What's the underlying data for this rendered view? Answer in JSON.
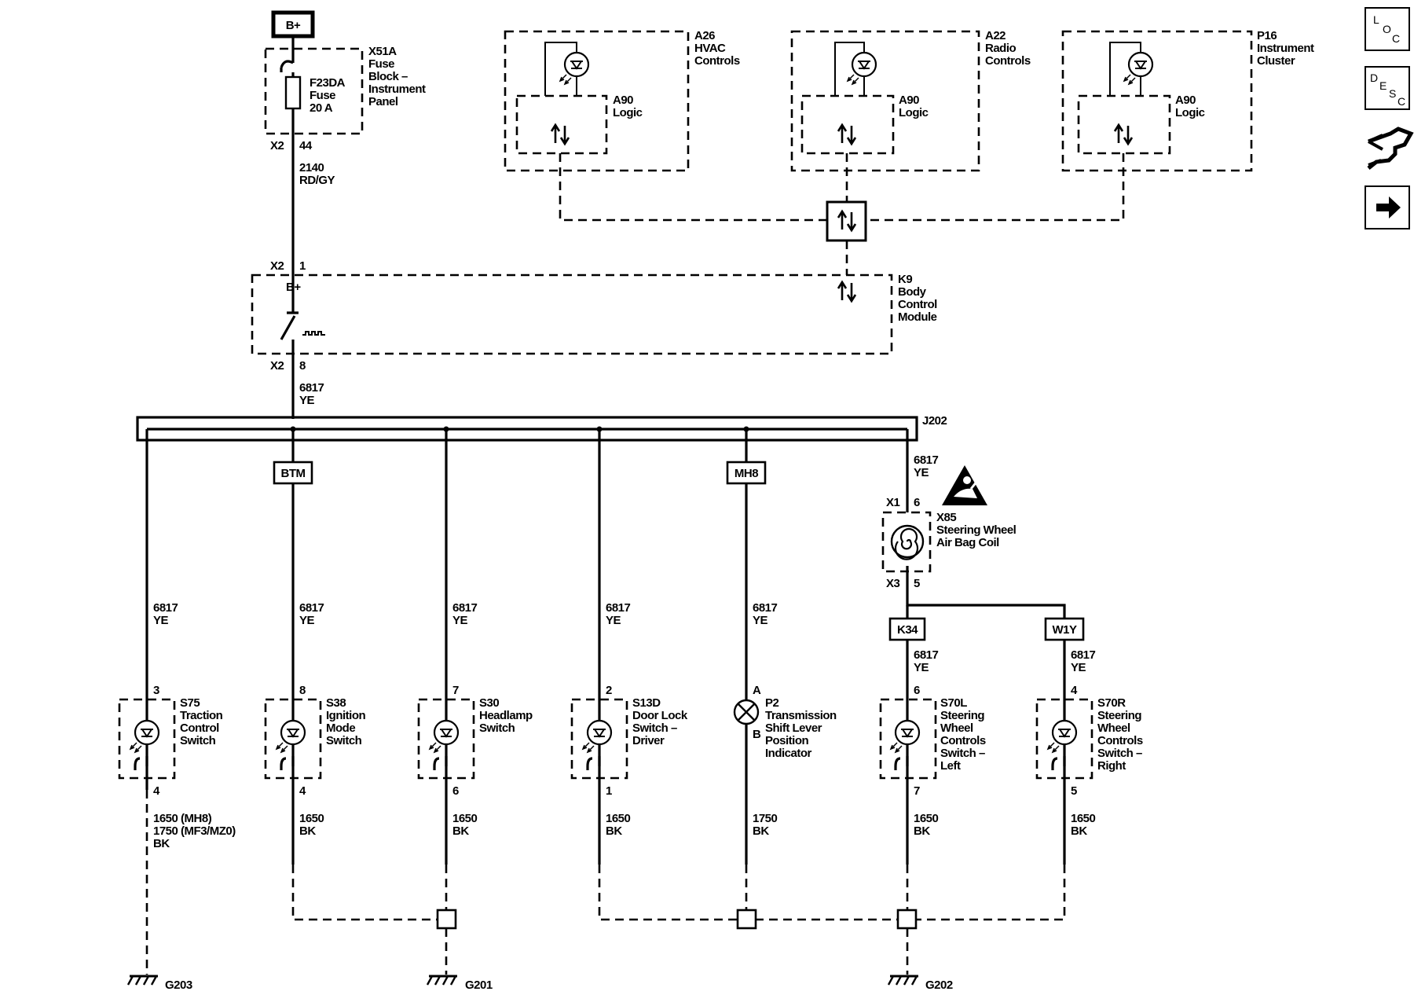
{
  "supply": {
    "label": "B+",
    "fuse_block": [
      "X51A",
      "Fuse",
      "Block –",
      "Instrument",
      "Panel"
    ],
    "fuse": [
      "F23DA",
      "Fuse",
      "20 A"
    ],
    "conn_out": "X2",
    "pin_out": "44",
    "wire": [
      "2140",
      "RD/GY"
    ]
  },
  "bcm": {
    "conn_in": "X2",
    "pin_in": "1",
    "bplus": "B+",
    "name": [
      "K9",
      "Body",
      "Control",
      "Module"
    ],
    "conn_out": "X2",
    "pin_out": "8",
    "wire": [
      "6817",
      "YE"
    ]
  },
  "modules": [
    {
      "name": [
        "A26",
        "HVAC",
        "Controls"
      ],
      "logic": [
        "A90",
        "Logic"
      ]
    },
    {
      "name": [
        "A22",
        "Radio",
        "Controls"
      ],
      "logic": [
        "A90",
        "Logic"
      ]
    },
    {
      "name": [
        "P16",
        "Instrument",
        "Cluster"
      ],
      "logic": [
        "A90",
        "Logic"
      ]
    }
  ],
  "splice": "J202",
  "options": [
    "BTM",
    "MH8",
    "K34",
    "W1Y"
  ],
  "coil": {
    "conn_in": "X1",
    "pin_in": "6",
    "name": [
      "X85",
      "Steering Wheel",
      "Air Bag Coil"
    ],
    "conn_out": "X3",
    "pin_out": "5",
    "wire_in": [
      "6817",
      "YE"
    ]
  },
  "switches": [
    {
      "pin_top": "3",
      "name": [
        "S75",
        "Traction",
        "Control",
        "Switch"
      ],
      "wire_top": [
        "6817",
        "YE"
      ],
      "pin_bot": "4",
      "wire_bot": [
        "1650 (MH8)",
        "1750 (MF3/MZ0)",
        "BK"
      ]
    },
    {
      "pin_top": "8",
      "name": [
        "S38",
        "Ignition",
        "Mode",
        "Switch"
      ],
      "wire_top": [
        "6817",
        "YE"
      ],
      "pin_bot": "4",
      "wire_bot": [
        "1650",
        "BK"
      ]
    },
    {
      "pin_top": "7",
      "name": [
        "S30",
        "Headlamp",
        "Switch"
      ],
      "wire_top": [
        "6817",
        "YE"
      ],
      "pin_bot": "6",
      "wire_bot": [
        "1650",
        "BK"
      ]
    },
    {
      "pin_top": "2",
      "name": [
        "S13D",
        "Door Lock",
        "Switch –",
        "Driver"
      ],
      "wire_top": [
        "6817",
        "YE"
      ],
      "pin_bot": "1",
      "wire_bot": [
        "1650",
        "BK"
      ]
    },
    {
      "pin_top": "A",
      "name": [
        "P2",
        "Transmission",
        "Shift Lever",
        "Position",
        "Indicator"
      ],
      "wire_top": [
        "6817",
        "YE"
      ],
      "pin_bot": "B",
      "wire_bot": [
        "1750",
        "BK"
      ]
    },
    {
      "pin_top": "6",
      "name": [
        "S70L",
        "Steering",
        "Wheel",
        "Controls",
        "Switch –",
        "Left"
      ],
      "wire_top": [
        "6817",
        "YE"
      ],
      "pin_bot": "7",
      "wire_bot": [
        "1650",
        "BK"
      ]
    },
    {
      "pin_top": "4",
      "name": [
        "S70R",
        "Steering",
        "Wheel",
        "Controls",
        "Switch –",
        "Right"
      ],
      "wire_top": [
        "6817",
        "YE"
      ],
      "pin_bot": "5",
      "wire_bot": [
        "1650",
        "BK"
      ]
    }
  ],
  "grounds": [
    "G203",
    "G201",
    "G202"
  ],
  "nav": {
    "loc": [
      "L",
      "O",
      "C"
    ],
    "desc": [
      "D",
      "E",
      "S",
      "C"
    ],
    "icons": [
      "loc-icon",
      "desc-icon",
      "connector-icon",
      "next-arrow-icon"
    ]
  }
}
